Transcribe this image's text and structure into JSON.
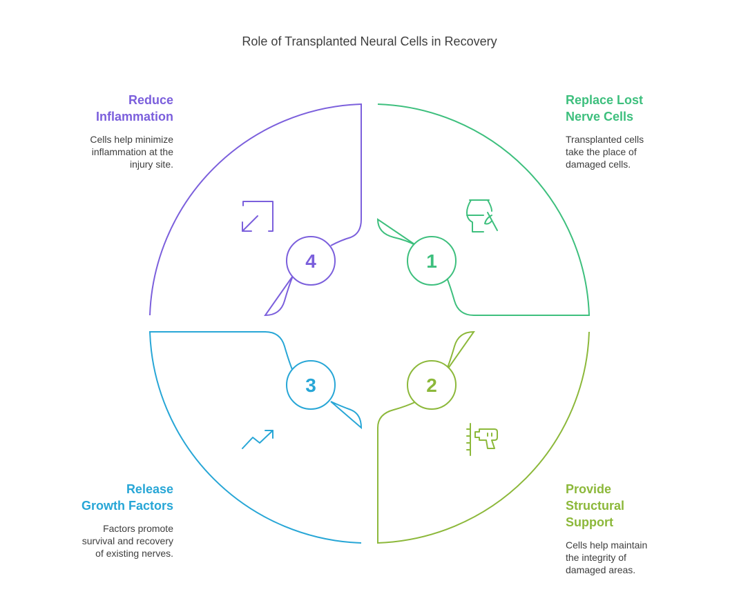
{
  "title": "Role of Transplanted Neural Cells in Recovery",
  "colors": {
    "green": "#3dbf7d",
    "lime": "#8cb83a",
    "blue": "#27a6d6",
    "purple": "#7b5fdc"
  },
  "quadrants": [
    {
      "number": "1",
      "heading_line1": "Replace Lost",
      "heading_line2": "Nerve Cells",
      "description": "Transplanted cells take the place of damaged cells.",
      "icon": "vase-brush-icon",
      "color": "#3dbf7d"
    },
    {
      "number": "2",
      "heading_line1": "Provide",
      "heading_line2": "Structural",
      "heading_line3": "Support",
      "description": "Cells help maintain the integrity of damaged areas.",
      "icon": "drill-icon",
      "color": "#8cb83a"
    },
    {
      "number": "3",
      "heading_line1": "Release",
      "heading_line2": "Growth Factors",
      "description": "Factors promote survival and recovery of existing nerves.",
      "icon": "trend-up-icon",
      "color": "#27a6d6"
    },
    {
      "number": "4",
      "heading_line1": "Reduce",
      "heading_line2": "Inflammation",
      "description": "Cells help minimize inflammation at the injury site.",
      "icon": "shrink-arrow-icon",
      "color": "#7b5fdc"
    }
  ]
}
